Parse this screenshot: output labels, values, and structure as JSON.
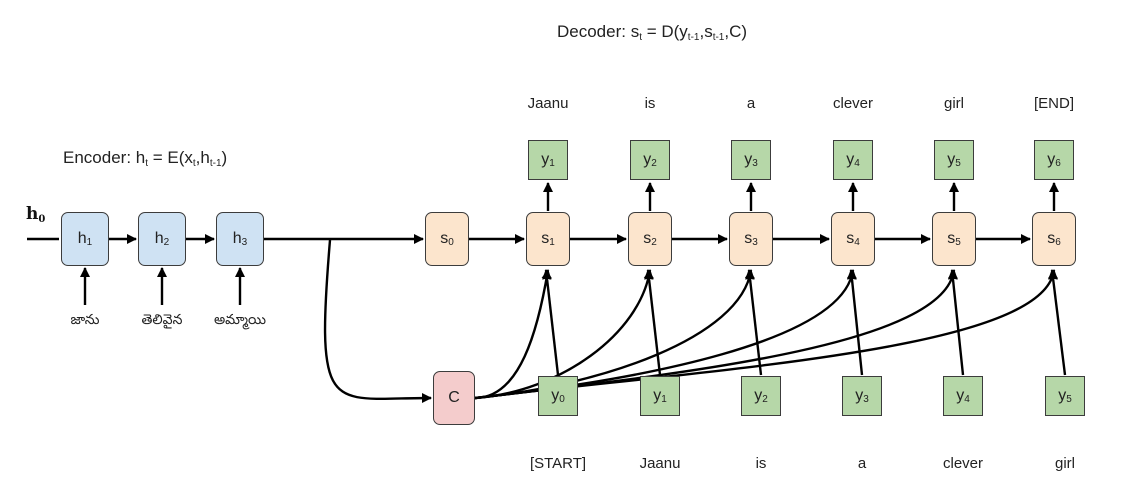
{
  "encoder": {
    "label": "Encoder: h",
    "label_sub": "t",
    "label_rest": " = E(x",
    "label_sub2": "t",
    "label_sep": ",h",
    "label_sub3": "t-1",
    "label_end": ")"
  },
  "decoder": {
    "label": "Decoder: s",
    "label_sub": "t",
    "label_rest": " = D(y",
    "label_sub2": "t-1",
    "label_sep": ",s",
    "label_sub3": "t-1",
    "label_end": ",C)"
  },
  "h0": {
    "base": "h",
    "sub": "0"
  },
  "encoder_nodes": [
    {
      "base": "h",
      "sub": "1",
      "input": "జాను"
    },
    {
      "base": "h",
      "sub": "2",
      "input": "తెలివైన"
    },
    {
      "base": "h",
      "sub": "3",
      "input": "అమ్మాయి"
    }
  ],
  "s0": {
    "base": "s",
    "sub": "0"
  },
  "context": {
    "label": "C"
  },
  "decoder_nodes": [
    {
      "s_base": "s",
      "s_sub": "1",
      "y_base": "y",
      "y_sub": "1",
      "output_word": "Jaanu",
      "in_base": "y",
      "in_sub": "0",
      "input_word": "[START]"
    },
    {
      "s_base": "s",
      "s_sub": "2",
      "y_base": "y",
      "y_sub": "2",
      "output_word": "is",
      "in_base": "y",
      "in_sub": "1",
      "input_word": "Jaanu"
    },
    {
      "s_base": "s",
      "s_sub": "3",
      "y_base": "y",
      "y_sub": "3",
      "output_word": "a",
      "in_base": "y",
      "in_sub": "2",
      "input_word": "is"
    },
    {
      "s_base": "s",
      "s_sub": "4",
      "y_base": "y",
      "y_sub": "4",
      "output_word": "clever",
      "in_base": "y",
      "in_sub": "3",
      "input_word": "a"
    },
    {
      "s_base": "s",
      "s_sub": "5",
      "y_base": "y",
      "y_sub": "5",
      "output_word": "girl",
      "in_base": "y",
      "in_sub": "4",
      "input_word": "clever"
    },
    {
      "s_base": "s",
      "s_sub": "6",
      "y_base": "y",
      "y_sub": "6",
      "output_word": "[END]",
      "in_base": "y",
      "in_sub": "5",
      "input_word": "girl"
    }
  ],
  "colors": {
    "encoder_fill": "#cfe2f3",
    "decoder_fill": "#fce5cd",
    "context_fill": "#f4cccc",
    "token_fill": "#b6d7a8",
    "stroke": "#000000"
  }
}
